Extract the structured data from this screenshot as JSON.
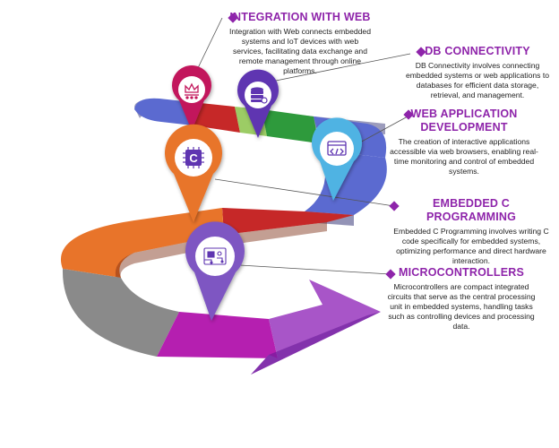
{
  "colors": {
    "title": "#8e24aa",
    "text": "#222222",
    "ribbon": {
      "magenta": "#b51fb0",
      "gray": "#8a8a8a",
      "orange": "#e8742a",
      "red": "#c62828",
      "purple": "#6a3bb0",
      "lightgreen": "#9ccc65",
      "green": "#2e9a3c",
      "blue": "#5b6ad0"
    },
    "pins": {
      "integration": "#c2185b",
      "db": "#5e35b1",
      "webapp": "#4fb3e3",
      "embeddedc": "#e8742a",
      "micro": "#7e57c2"
    }
  },
  "items": [
    {
      "key": "integration",
      "title": "INTEGRATION WITH WEB",
      "description": "Integration with Web connects embedded systems and IoT devices with web services, facilitating data exchange and remote management through online platforms.",
      "icon": "crown-network-icon"
    },
    {
      "key": "db",
      "title": "DB CONNECTIVITY",
      "description": "DB Connectivity involves connecting embedded systems or web applications to databases for efficient data storage, retrieval, and management.",
      "icon": "database-icon"
    },
    {
      "key": "webapp",
      "title_lines": [
        "WEB APPLICATION",
        "DEVELOPMENT"
      ],
      "description": "The creation of interactive applications accessible via web browsers, enabling real-time monitoring and control of embedded systems.",
      "icon": "code-window-icon"
    },
    {
      "key": "embeddedc",
      "title": "EMBEDDED C PROGRAMMING",
      "description": "Embedded C Programming involves writing C code specifically for embedded systems, optimizing performance and direct hardware interaction.",
      "icon": "c-chip-icon"
    },
    {
      "key": "micro",
      "title": "MICROCONTROLLERS",
      "description": "Microcontrollers are compact integrated circuits that serve as the central processing unit in embedded systems, handling tasks such as controlling devices and processing data.",
      "icon": "circuit-board-icon"
    }
  ]
}
